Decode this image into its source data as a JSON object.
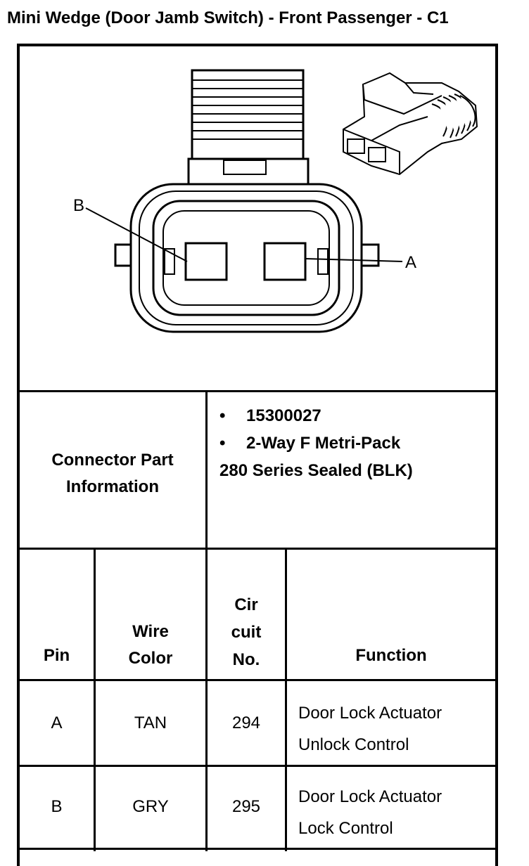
{
  "title": "Mini Wedge (Door Jamb Switch) - Front Passenger - C1",
  "diagram": {
    "pin_labels": {
      "left": "B",
      "right": "A"
    },
    "views": [
      "connector-face-icon",
      "connector-3d-icon"
    ]
  },
  "part_info": {
    "label_line1": "Connector Part",
    "label_line2": "Information",
    "bullets": [
      "15300027",
      "2-Way F Metri-Pack"
    ],
    "bullet_symbol": "•",
    "extra_line": "280 Series Sealed (BLK)"
  },
  "table": {
    "headers": {
      "pin": "Pin",
      "wire_line1": "Wire",
      "wire_line2": "Color",
      "cir_line1": "Cir",
      "cir_line2": "cuit",
      "cir_line3": "No.",
      "function": "Function"
    },
    "rows": [
      {
        "pin": "A",
        "wire": "TAN",
        "circuit": "294",
        "function_line1": "Door Lock Actuator",
        "function_line2": "Unlock Control"
      },
      {
        "pin": "B",
        "wire": "GRY",
        "circuit": "295",
        "function_line1": "Door Lock Actuator",
        "function_line2": "Lock Control"
      }
    ]
  }
}
